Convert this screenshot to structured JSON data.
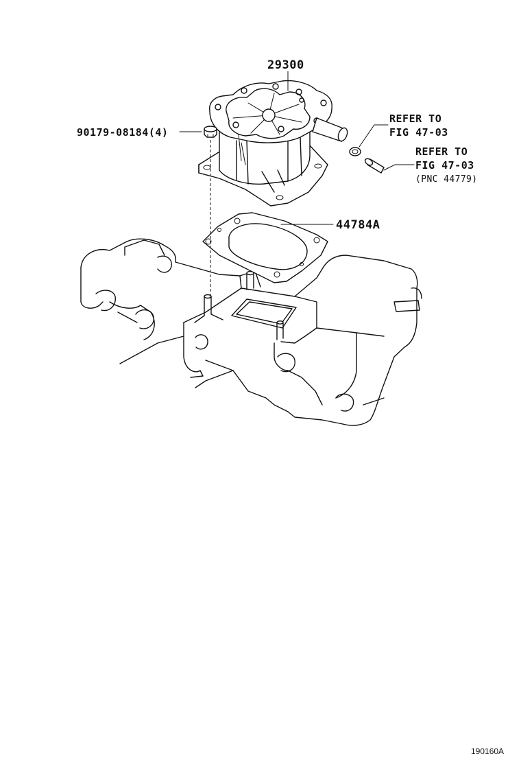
{
  "labels": {
    "pump": "29300",
    "bolt": "90179-08184(4)",
    "ref1_line1": "REFER TO",
    "ref1_line2": "FIG 47-03",
    "ref2_line1": "REFER TO",
    "ref2_line2": "FIG 47-03",
    "ref2_line3": "(PNC 44779)",
    "gasket": "44784A"
  },
  "footer": {
    "figure_code": "190160A"
  }
}
